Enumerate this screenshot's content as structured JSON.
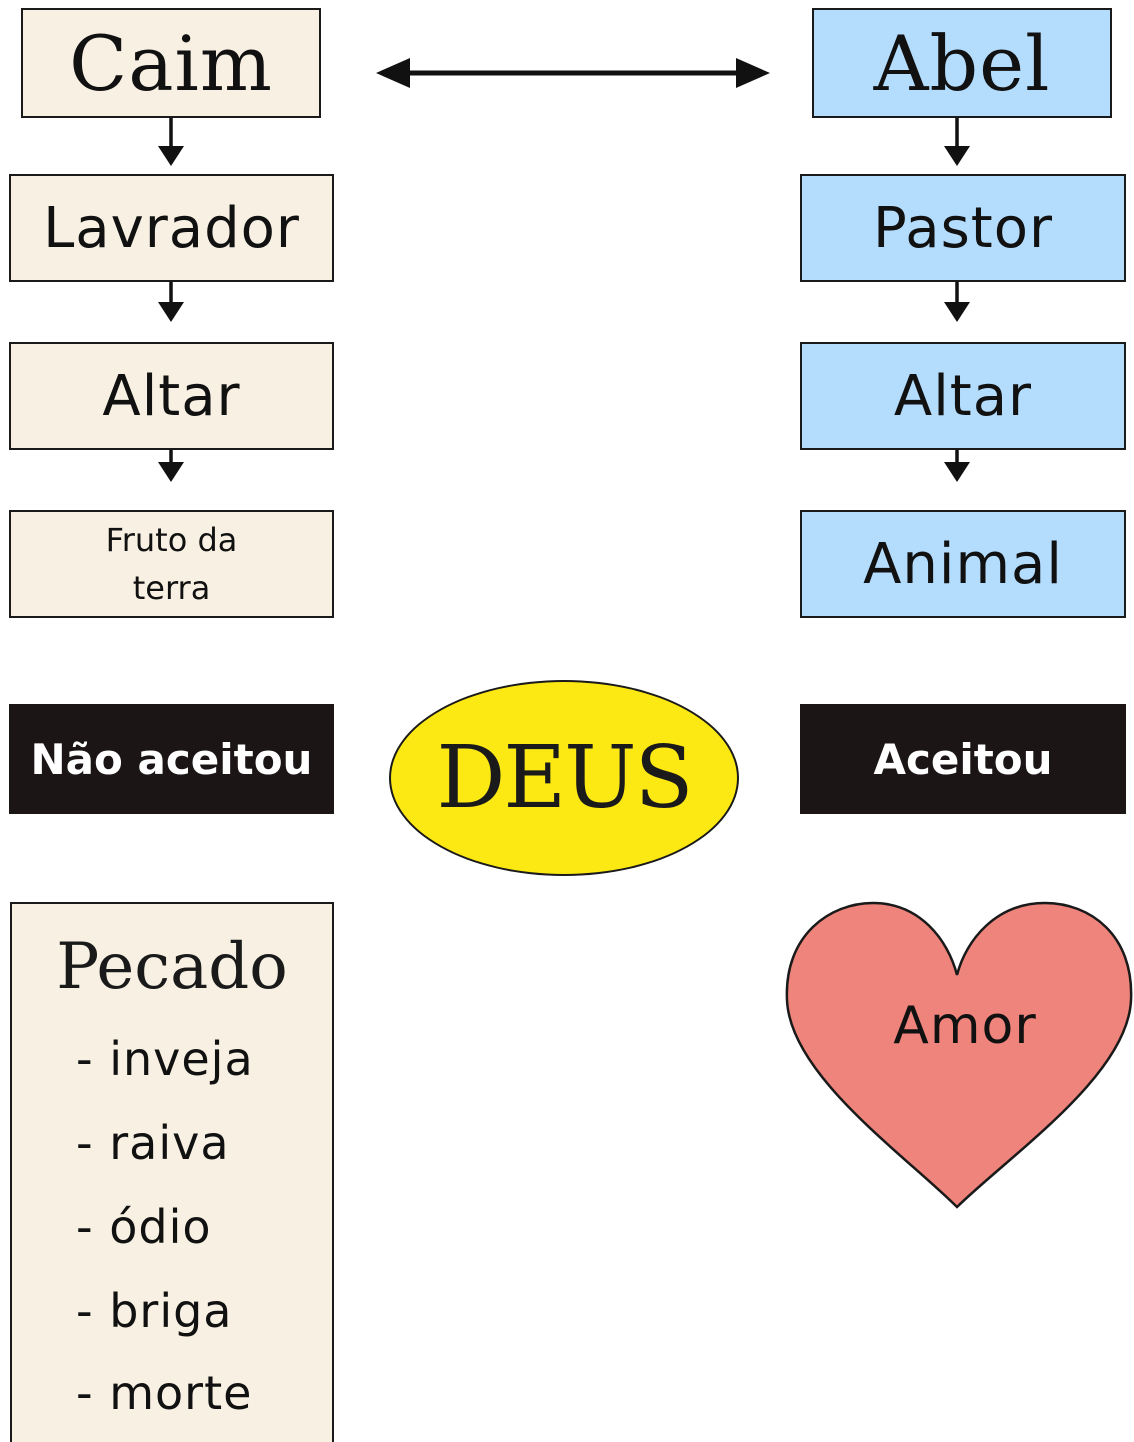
{
  "colors": {
    "cain_fill": "#f8f1e3",
    "abel_fill": "#b3dcfd",
    "god_fill": "#fce813",
    "verdict_fill": "#1c1515",
    "heart_fill": "#ee847b",
    "stroke": "#1a1a1a"
  },
  "cain": {
    "name": "Caim",
    "occupation": "Lavrador",
    "altar": "Altar",
    "offering_line1": "Fruto da",
    "offering_line2": "terra",
    "verdict": "Não aceitou"
  },
  "abel": {
    "name": "Abel",
    "occupation": "Pastor",
    "altar": "Altar",
    "offering": "Animal",
    "verdict": "Aceitou"
  },
  "god": {
    "label": "DEUS",
    "shape": "ellipse"
  },
  "sin": {
    "title": "Pecado",
    "items": [
      "- inveja",
      "- raiva",
      "- ódio",
      "- briga",
      "- morte"
    ]
  },
  "love": {
    "label": "Amor",
    "shape": "heart-icon"
  },
  "connectors": {
    "top": "double-headed-arrow",
    "chains": "down-arrow"
  }
}
